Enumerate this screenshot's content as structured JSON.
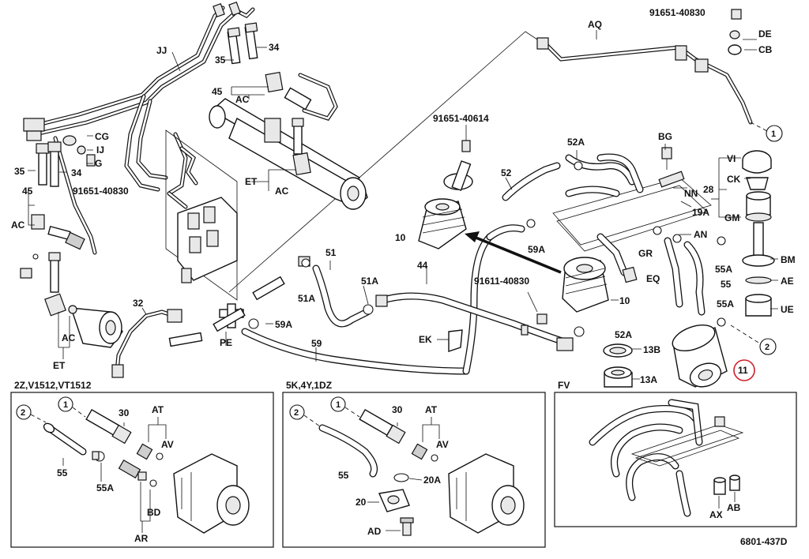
{
  "diagram": {
    "drawing_number": "6801-437D",
    "panels": {
      "left": "2Z,V1512,VT1512",
      "middle": "5K,4Y,1DZ",
      "right": "FV"
    },
    "main_labels": {
      "JJ": "JJ",
      "34a": "34",
      "35a": "35",
      "45a": "45",
      "ACa": "AC",
      "CG": "CG",
      "IJ": "IJ",
      "G": "G",
      "35b": "35",
      "34b": "34",
      "pn91651_40830a": "91651-40830",
      "45b": "45",
      "ACb": "AC",
      "ACc": "AC",
      "ET": "ET",
      "ETb": "ET",
      "ACd": "AC",
      "AQ": "AQ",
      "pn91651_40830b": "91651-40830",
      "DE": "DE",
      "CB": "CB",
      "c1a": "1",
      "pn91651_40614": "91651-40614",
      "10a": "10",
      "52": "52",
      "52A": "52A",
      "BG": "BG",
      "VI": "VI",
      "CK": "CK",
      "28": "28",
      "GM": "GM",
      "NN": "NN",
      "19A": "19A",
      "59A": "59A",
      "AN": "AN",
      "GR": "GR",
      "55A": "55A",
      "BM": "BM",
      "EQ": "EQ",
      "55": "55",
      "AE": "AE",
      "55Ab": "55A",
      "UE": "UE",
      "c2a": "2",
      "51": "51",
      "44": "44",
      "51A": "51A",
      "pn91611_40830": "91611-40830",
      "10b": "10",
      "32": "32",
      "51Ab": "51A",
      "PE": "PE",
      "59Ab": "59A",
      "EK": "EK",
      "52Ab": "52A",
      "13B": "13B",
      "59": "59",
      "13A": "13A",
      "11": "11"
    },
    "left_panel_labels": {
      "c2": "2",
      "c1": "1",
      "30": "30",
      "AT": "AT",
      "AV": "AV",
      "55": "55",
      "55A": "55A",
      "BD": "BD",
      "AR": "AR"
    },
    "middle_panel_labels": {
      "c2": "2",
      "c1": "1",
      "30": "30",
      "AT": "AT",
      "AV": "AV",
      "55": "55",
      "20A": "20A",
      "20": "20",
      "AD": "AD"
    },
    "right_panel_labels": {
      "AX": "AX",
      "AB": "AB"
    }
  }
}
